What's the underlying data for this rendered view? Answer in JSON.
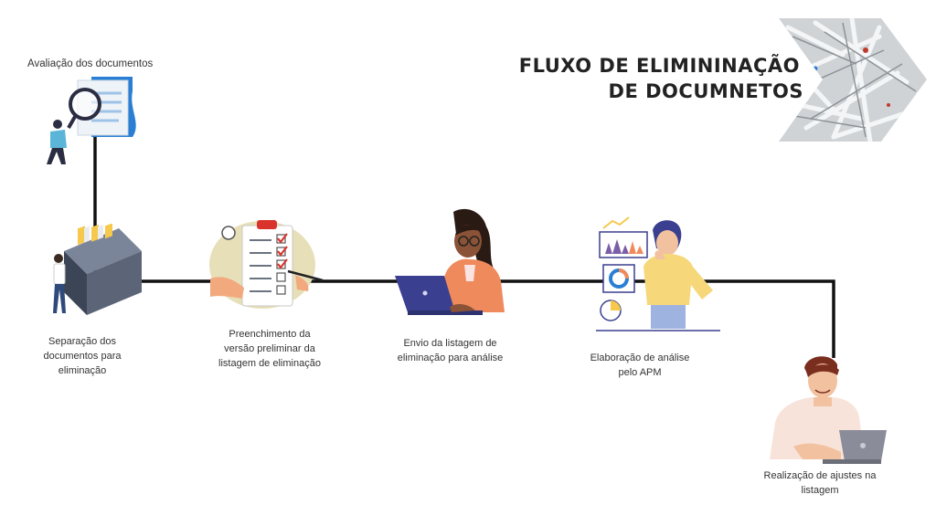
{
  "title": {
    "line1": "FLUXO DE ELIMININAÇÃO",
    "line2": "DE DOCUMNETOS"
  },
  "steps": [
    {
      "label": "Avaliação dos documentos"
    },
    {
      "label": "Separação dos documentos para eliminação"
    },
    {
      "label": "Preenchimento da versão preliminar da listagem de eliminação"
    },
    {
      "label": "Envio da listagem de eliminação para análise"
    },
    {
      "label": "Elaboração de análise pelo APM"
    },
    {
      "label": "Realização de ajustes na listagem"
    }
  ],
  "icons": {
    "step1": "magnifier-document-icon",
    "step2": "file-cabinet-icon",
    "step3": "checklist-clipboard-icon",
    "step4": "woman-laptop-icon",
    "step5": "analyst-charts-icon",
    "step6": "man-laptop-icon"
  },
  "colors": {
    "connector": "#111111",
    "accent_blue": "#2a7fd4",
    "accent_red": "#d9342b",
    "accent_orange": "#ef8a5c"
  }
}
